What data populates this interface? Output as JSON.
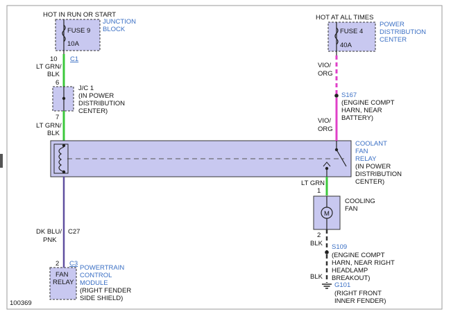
{
  "diagram_id": "100369",
  "colors": {
    "box_fill": "#c8c8f0",
    "lt_grn": "#3cc83c",
    "vio_org": "#e040c8",
    "dk_blu_pnk": "#6050a0",
    "blk": "#333333",
    "label_blue": "#3a6fc4"
  },
  "left": {
    "header": "HOT IN RUN OR START",
    "fuse_label": "FUSE 9",
    "fuse_amp": "10A",
    "junction_block": [
      "JUNCTION",
      "BLOCK"
    ],
    "pin_10": "10",
    "conn_c1": "C1",
    "wire1": [
      "LT GRN/",
      "BLK"
    ],
    "pin_6": "6",
    "jc1": [
      "J/C 1",
      "(IN POWER",
      "DISTRIBUTION",
      "CENTER)"
    ],
    "pin_7": "7",
    "wire2": [
      "LT GRN/",
      "BLK"
    ],
    "wire3": [
      "DK BLU/",
      "PNK"
    ],
    "c27": "C27",
    "pin_2": "2",
    "conn_c3": "C3",
    "fan_relay": [
      "FAN",
      "RELAY"
    ],
    "pcm": [
      "POWERTRAIN",
      "CONTROL",
      "MODULE"
    ],
    "pcm_loc": [
      "(RIGHT FENDER",
      "SIDE SHIELD)"
    ]
  },
  "right": {
    "header": "HOT AT ALL TIMES",
    "fuse_label": "FUSE 4",
    "fuse_amp": "40A",
    "pdc": [
      "POWER",
      "DISTRIBUTION",
      "CENTER"
    ],
    "wire1": [
      "VIO/",
      "ORG"
    ],
    "s167": "S167",
    "s167_loc": [
      "(ENGINE COMPT",
      "HARN, NEAR",
      "BATTERY)"
    ],
    "wire2": [
      "VIO/",
      "ORG"
    ],
    "relay": [
      "COOLANT",
      "FAN",
      "RELAY"
    ],
    "relay_loc": [
      "(IN POWER",
      "DISTRIBUTION",
      "CENTER)"
    ],
    "wire3": "LT GRN",
    "pin_1": "1",
    "fan": [
      "COOLING",
      "FAN"
    ],
    "motor": "M",
    "pin_2": "2",
    "blk1": "BLK",
    "s109": "S109",
    "s109_loc": [
      "(ENGINE COMPT",
      "HARN, NEAR RIGHT",
      "HEADLAMP",
      "BREAKOUT)"
    ],
    "blk2": "BLK",
    "g101": "G101",
    "g101_loc": [
      "(RIGHT FRONT",
      "INNER FENDER)"
    ]
  }
}
